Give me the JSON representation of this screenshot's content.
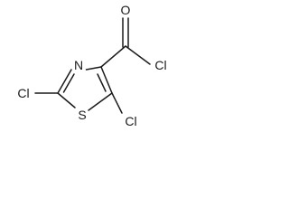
{
  "molecule": {
    "atoms": {
      "oxygen": "O",
      "nitrogen": "N",
      "sulfur": "S",
      "chlorine_c2": "Cl",
      "chlorine_c5": "Cl",
      "chlorine_acyl": "Cl"
    }
  }
}
